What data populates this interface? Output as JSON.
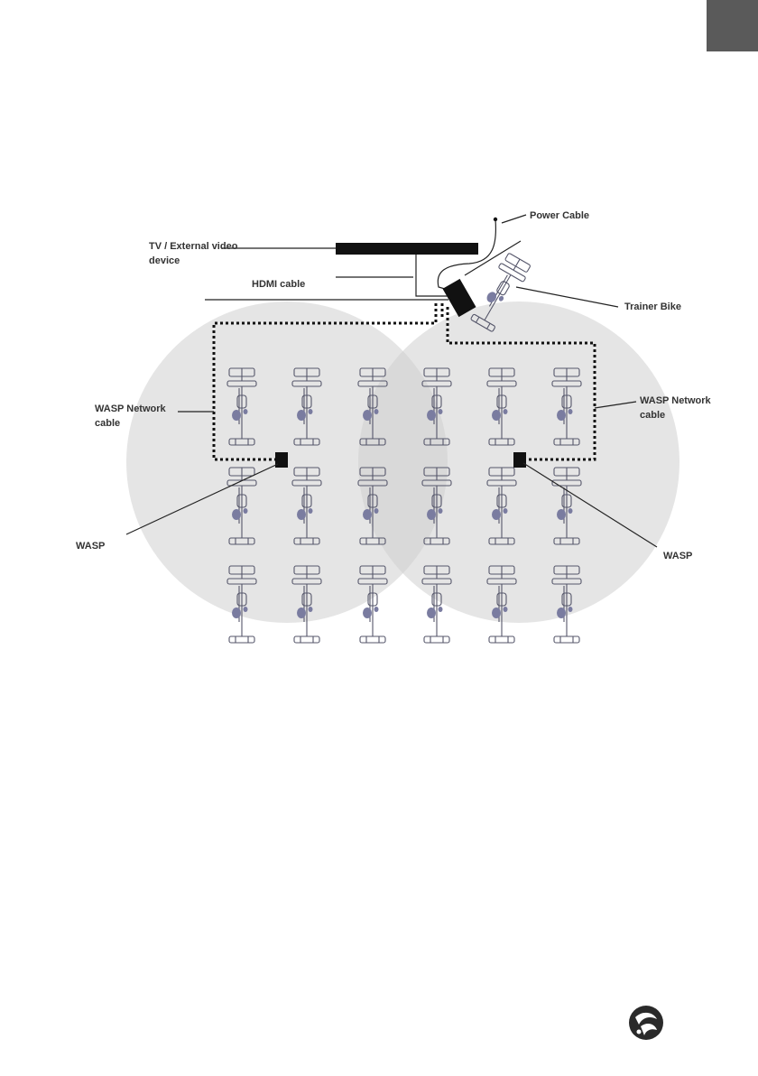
{
  "page_tab": {
    "color": "#5a5a5a"
  },
  "diagram": {
    "labels": {
      "power_cable": "Power Cable",
      "tv_line1": "TV / External video",
      "tv_line2": "device",
      "hdmi_cable": "HDMI cable",
      "trainer_bike": "Trainer Bike",
      "wasp_network_left_line1": "WASP Network",
      "wasp_network_left_line2": "cable",
      "wasp_network_right_line1": "WASP Network",
      "wasp_network_right_line2": "cable",
      "wasp_left": "WASP",
      "wasp_right": "WASP"
    },
    "grid": {
      "rows": 3,
      "columns": 6
    },
    "colors": {
      "zone": "#cfcfcf",
      "device": "#111111",
      "bike": "#7a7ca0"
    }
  },
  "logo": {
    "name": "logo-icon"
  }
}
